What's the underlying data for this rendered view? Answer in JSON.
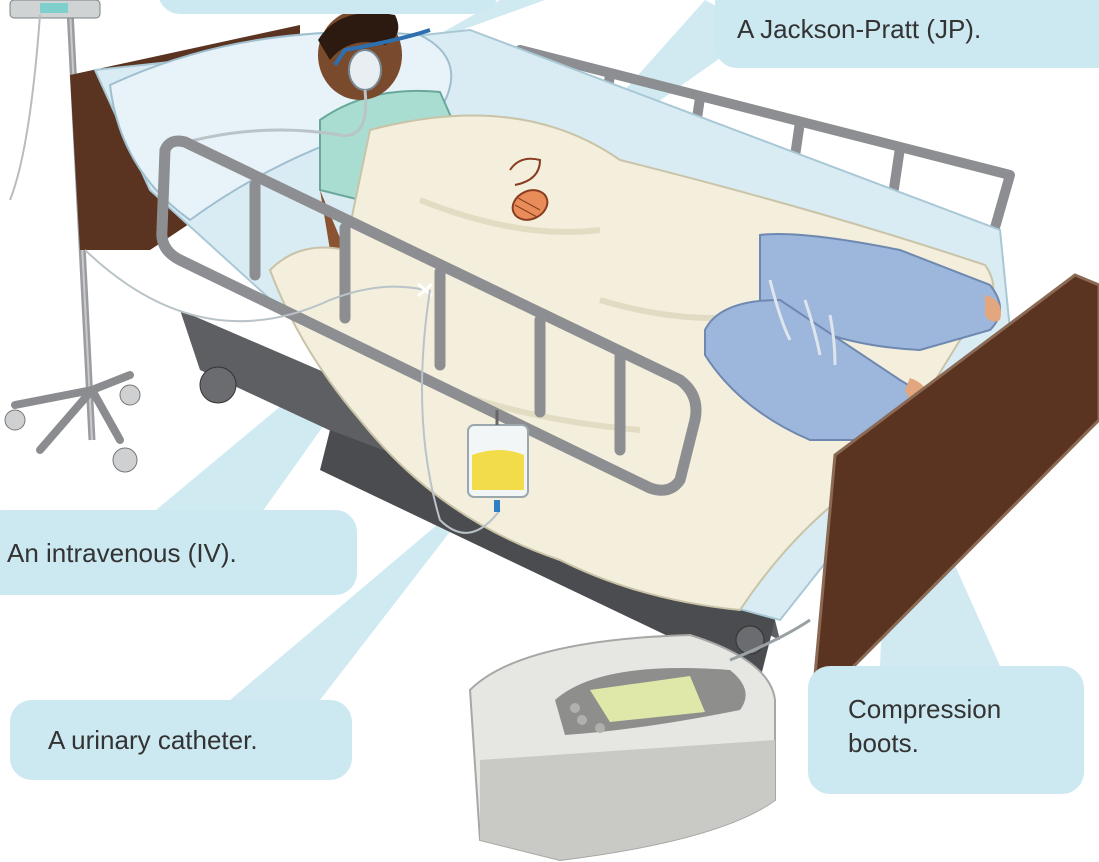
{
  "callouts": {
    "jp": "A Jackson-Pratt (JP).",
    "iv": "An intravenous (IV).",
    "urinary": "A urinary catheter.",
    "compression_line1": "Compression",
    "compression_line2": "boots."
  },
  "colors": {
    "callout_fill": "#cce8f1",
    "callout_text": "#333333",
    "bed_rail": "#8d8e92",
    "headboard": "#5a3420",
    "blanket": "#f3efdc",
    "boots": "#9db6dc",
    "pump": "#e6e6e3"
  }
}
